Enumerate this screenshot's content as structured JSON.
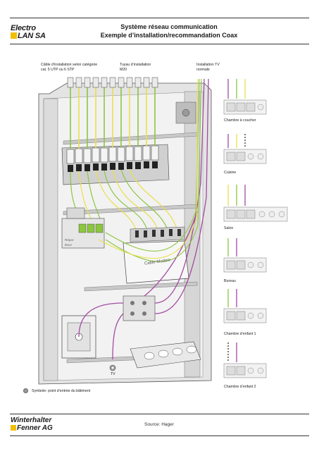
{
  "header": {
    "logo_line1": "Electro",
    "logo_line2": "LAN SA",
    "title_line1": "Système réseau communication",
    "title_line2": "Exemple d’installation/recommandation Coax"
  },
  "annotations": {
    "cable_note_line1": "Câble d’installation selon catégorie",
    "cable_note_line2": "cat. 5 UTP ou 6 STP",
    "tube_note_line1": "Tuyau d’installation",
    "tube_note_line2": "M20",
    "tv_note_line1": "Installation TV",
    "tv_note_line2": "normale",
    "modem_label": "Cable-Modem",
    "tv_label": "TV",
    "splitter_label_line1": "Répar-",
    "splitter_label_line2": "titeur"
  },
  "rooms": [
    "Chambre à coucher",
    "Cuisine",
    "Salon",
    "Bureau",
    "Chambre d’enfant 1",
    "Chambre d’enfant 2"
  ],
  "legend": {
    "symbol_text": "Symbole: point d’entrée du bâtiment"
  },
  "footer": {
    "logo_line1": "Winterhalter",
    "logo_line2": "Fenner AG",
    "source": "Source: Hager"
  },
  "colors": {
    "accent_yellow": "#f0c000",
    "cable_green": "#8cc63f",
    "cable_yellow": "#e8e04a",
    "cable_purple": "#a24ca0",
    "cabinet_gray": "#d9d9d9"
  }
}
